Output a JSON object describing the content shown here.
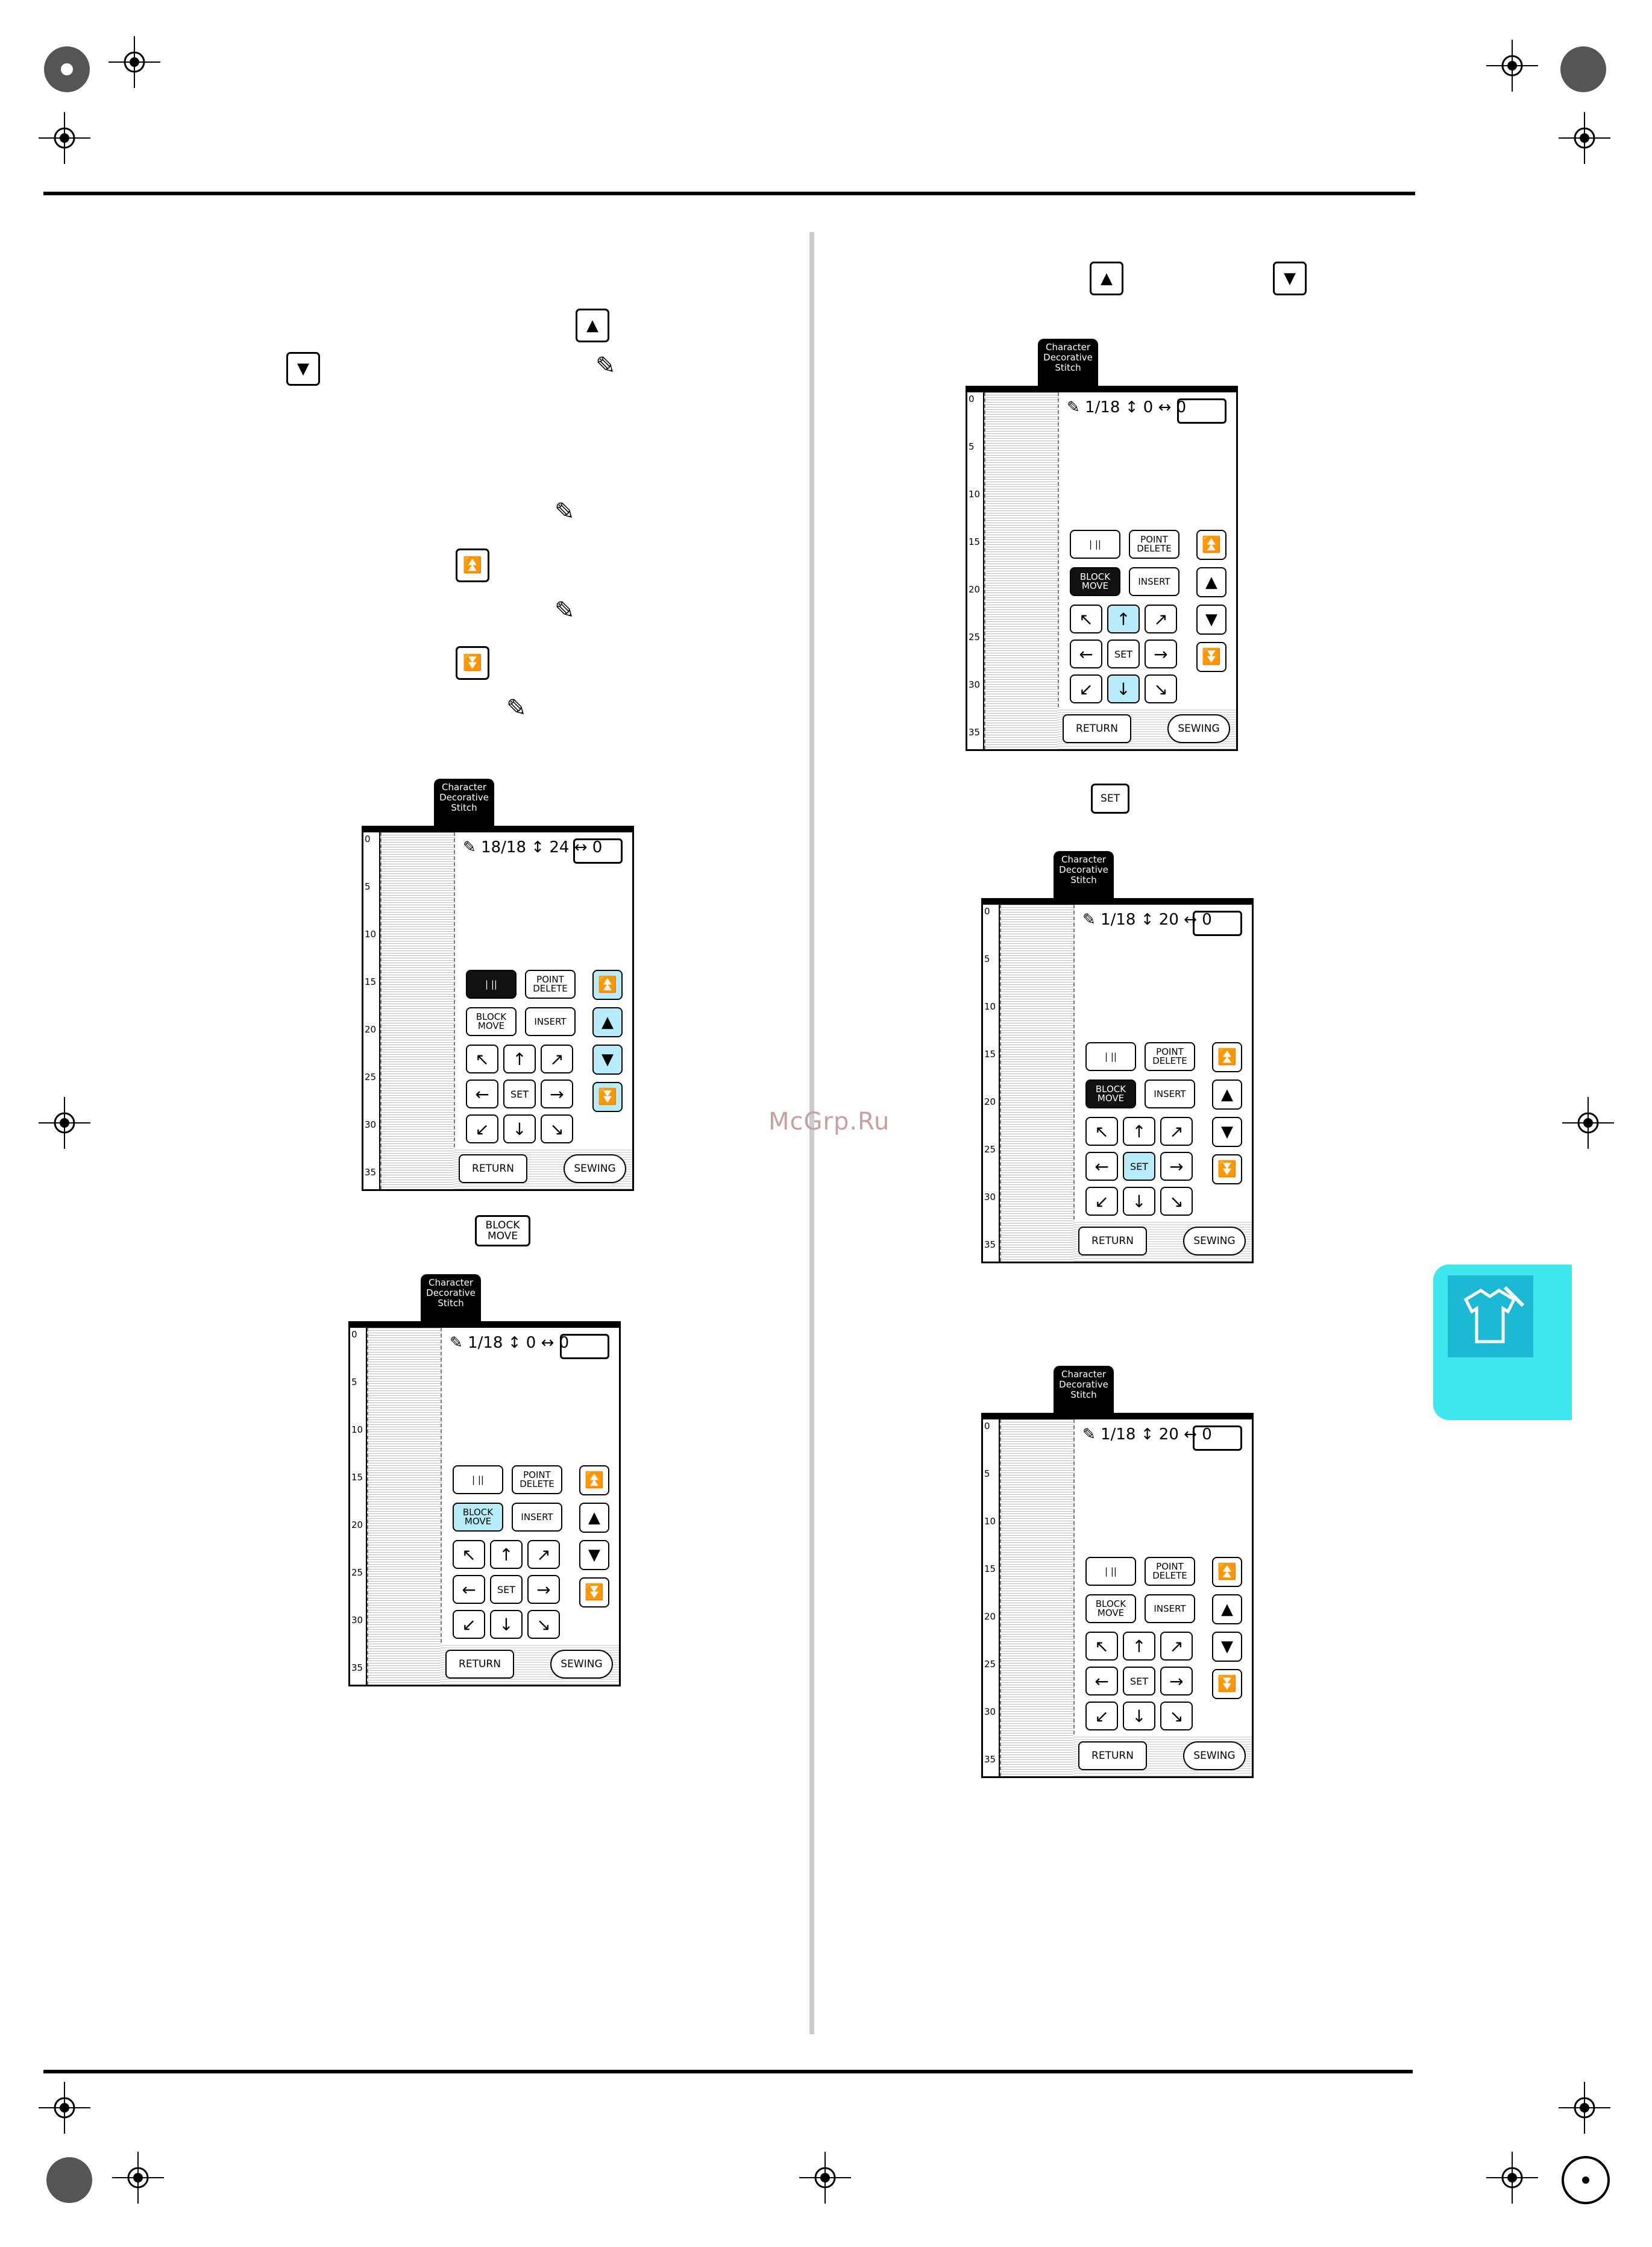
{
  "watermark": "McGrp.Ru",
  "colors": {
    "highlight": "#b7ecfb",
    "side_tab": "#3ee6ee"
  },
  "keys": {
    "up": "▲",
    "down": "▼",
    "top_end": "⏫",
    "bottom_end": "⏬",
    "block_move": "BLOCK\nMOVE",
    "set": "SET"
  },
  "screen_common": {
    "tab_label": "Character\nDecorative\nStitch",
    "ruler": [
      "0",
      "5",
      "10",
      "15",
      "20",
      "25",
      "30",
      "35"
    ],
    "point_delete": "POINT\nDELETE",
    "block_move": "BLOCK\nMOVE",
    "insert": "INSERT",
    "set": "SET",
    "return": "RETURN",
    "sewing": "SEWING",
    "stitch_single": "|  ||",
    "arrows": {
      "nw": "↖",
      "n": "↑",
      "ne": "↗",
      "w": "←",
      "e": "→",
      "sw": "↙",
      "s": "↓",
      "se": "↘"
    },
    "nav": {
      "top": "⏫",
      "up": "▲",
      "down": "▼",
      "bottom": "⏬"
    }
  },
  "screens": [
    {
      "current": "18",
      "total": "18",
      "vertical": "24",
      "horizontal": "0"
    },
    {
      "current": "1",
      "total": "18",
      "vertical": "0",
      "horizontal": "0"
    },
    {
      "current": "1",
      "total": "18",
      "vertical": "0",
      "horizontal": "0"
    },
    {
      "current": "1",
      "total": "18",
      "vertical": "20",
      "horizontal": "0"
    },
    {
      "current": "1",
      "total": "18",
      "vertical": "20",
      "horizontal": "0"
    }
  ]
}
